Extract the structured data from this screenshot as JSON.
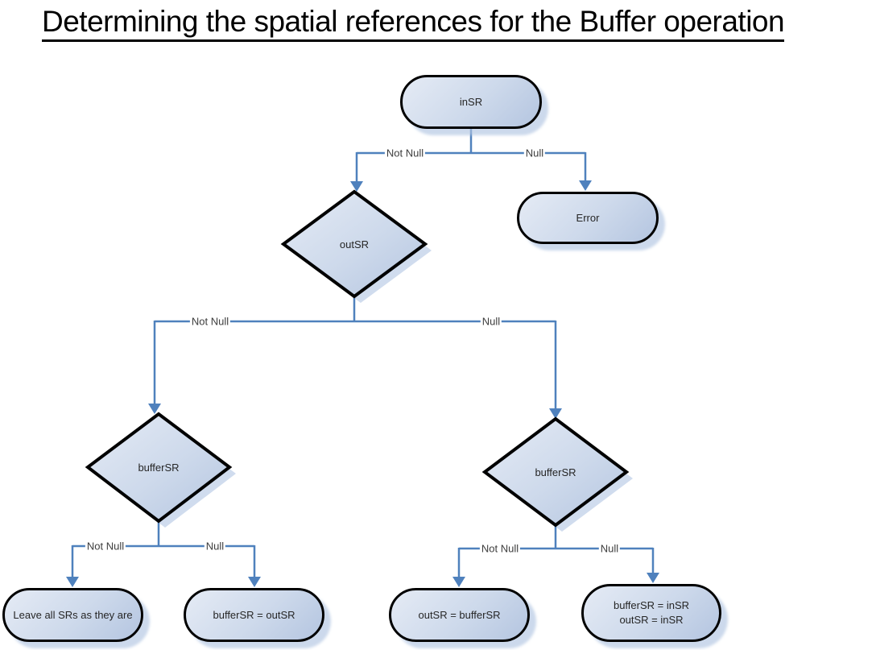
{
  "title": "Determining the spatial references for the Buffer operation",
  "flowchart": {
    "nodes": {
      "insr": {
        "label": "inSR"
      },
      "error": {
        "label": "Error"
      },
      "outsr": {
        "label": "outSR"
      },
      "buffersr_left": {
        "label": "bufferSR"
      },
      "buffersr_right": {
        "label": "bufferSR"
      },
      "leave_all": {
        "label": "Leave all SRs as they are"
      },
      "buffersr_eq_outsr": {
        "label": "bufferSR = outSR"
      },
      "outsr_eq_buffersr": {
        "label": "outSR = bufferSR"
      },
      "buffersr_eq_insr": {
        "line1": "bufferSR = inSR",
        "line2": "outSR = inSR"
      }
    },
    "edge_labels": {
      "insr_not_null": "Not Null",
      "insr_null": "Null",
      "outsr_not_null": "Not Null",
      "outsr_null": "Null",
      "buffersr_left_not_null": "Not Null",
      "buffersr_left_null": "Null",
      "buffersr_right_not_null": "Not Null",
      "buffersr_right_null": "Null"
    },
    "colors": {
      "connector": "#4f81bd",
      "node_border": "#000000",
      "node_fill_light": "#e5ebf5",
      "node_fill_dark": "#b4c5e0",
      "shadow": "#c9d6ec",
      "title_text": "#000000",
      "node_text": "#262626"
    }
  }
}
